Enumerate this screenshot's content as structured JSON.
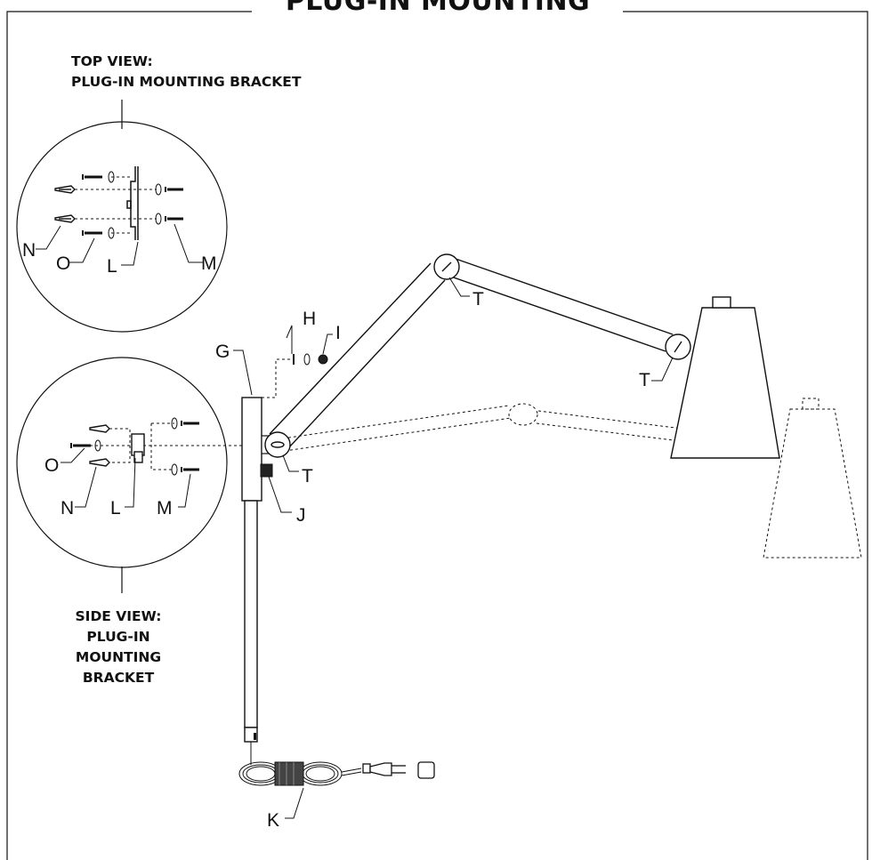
{
  "title": "PLUG-IN MOUNTING",
  "top_view": {
    "line1": "TOP VIEW:",
    "line2": "PLUG-IN MOUNTING BRACKET",
    "labels": {
      "N": "N",
      "O": "O",
      "L": "L",
      "M": "M"
    }
  },
  "side_view": {
    "line1": "SIDE VIEW:",
    "line2": "PLUG-IN",
    "line3": "MOUNTING",
    "line4": "BRACKET",
    "labels": {
      "O": "O",
      "N": "N",
      "L": "L",
      "M": "M"
    }
  },
  "labels": {
    "G": "G",
    "H": "H",
    "I": "I",
    "J": "J",
    "K": "K",
    "T_elbow": "T",
    "T_head": "T",
    "T_base": "T"
  }
}
